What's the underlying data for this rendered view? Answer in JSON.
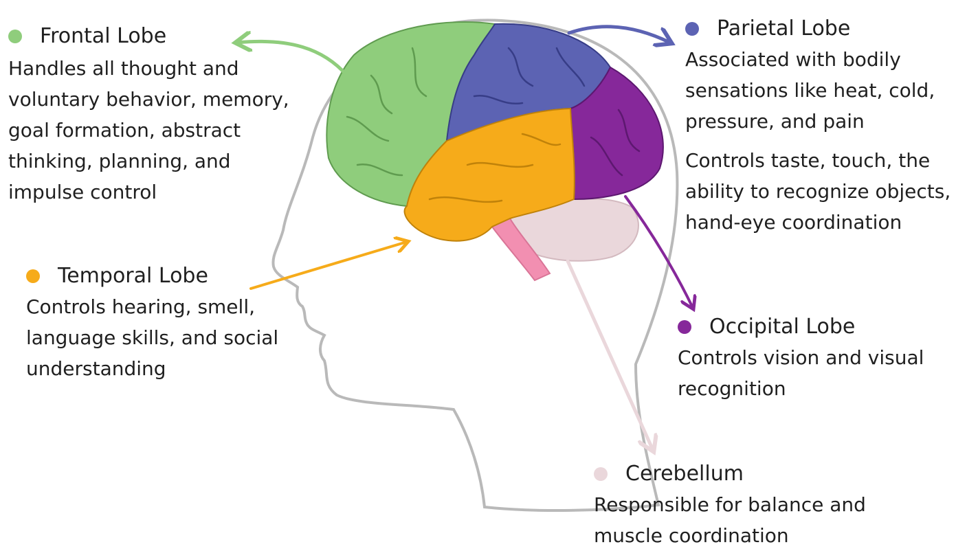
{
  "colors": {
    "frontal": "#8fcd7c",
    "parietal": "#5c63b3",
    "temporal": "#f6ab1a",
    "occipital": "#86289a",
    "cerebellum": "#ead7db",
    "brainstem": "#f28fb1",
    "outline": "#b9b9b9"
  },
  "lobes": {
    "frontal": {
      "title": "Frontal Lobe",
      "description": "Handles all thought and voluntary behavior, memory, goal formation, abstract thinking, planning, and impulse control"
    },
    "temporal": {
      "title": "Temporal Lobe",
      "description": "Controls hearing, smell, language skills, and social understanding"
    },
    "parietal": {
      "title": "Parietal Lobe",
      "description": "Associated with bodily sensations like heat, cold, pressure, and pain",
      "description2": "Controls taste, touch, the ability to recognize objects, hand-eye coordination"
    },
    "occipital": {
      "title": "Occipital Lobe",
      "description": "Controls vision and visual recognition"
    },
    "cerebellum": {
      "title": "Cerebellum",
      "description": "Responsible for balance and muscle coordination"
    }
  }
}
